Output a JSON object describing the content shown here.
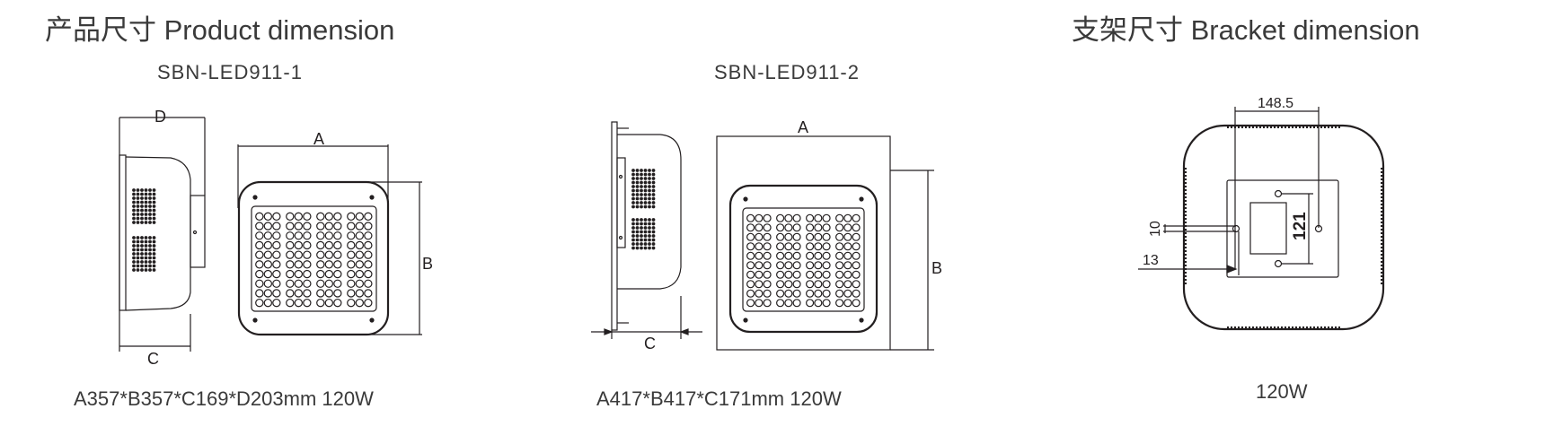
{
  "product_section": {
    "title": "产品尺寸 Product dimension",
    "models": [
      {
        "name": "SBN-LED911-1",
        "spec": "A357*B357*C169*D203mm   120W",
        "labels": {
          "a": "A",
          "b": "B",
          "c": "C",
          "d": "D"
        }
      },
      {
        "name": "SBN-LED911-2",
        "spec": "A417*B417*C171mm   120W",
        "labels": {
          "a": "A",
          "b": "B",
          "c": "C"
        }
      }
    ]
  },
  "bracket_section": {
    "title": "支架尺寸  Bracket dimension",
    "dims": {
      "width": "148.5",
      "height": "121",
      "offset_a": "10",
      "offset_b": "13"
    },
    "power": "120W"
  }
}
